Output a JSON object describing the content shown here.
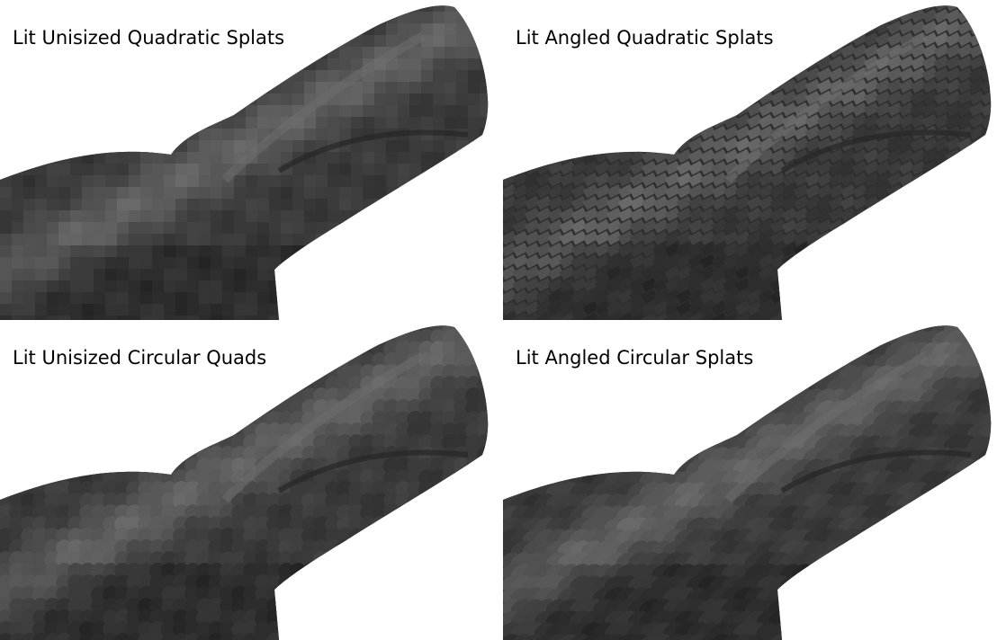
{
  "panels": [
    {
      "title": "Lit Unisized Quadratic Splats",
      "splat_shape": "square"
    },
    {
      "title": "Lit Angled Quadratic Splats",
      "splat_shape": "angled-square"
    },
    {
      "title": "Lit Unisized Circular Quads",
      "splat_shape": "circle"
    },
    {
      "title": "Lit Angled Circular Splats",
      "splat_shape": "angled-circle"
    }
  ],
  "colors": {
    "background": "#ffffff",
    "surface_dark": "#2f2f2f",
    "surface_mid": "#4a4a4a",
    "surface_light": "#6e6e6e",
    "caption": "#000000"
  }
}
